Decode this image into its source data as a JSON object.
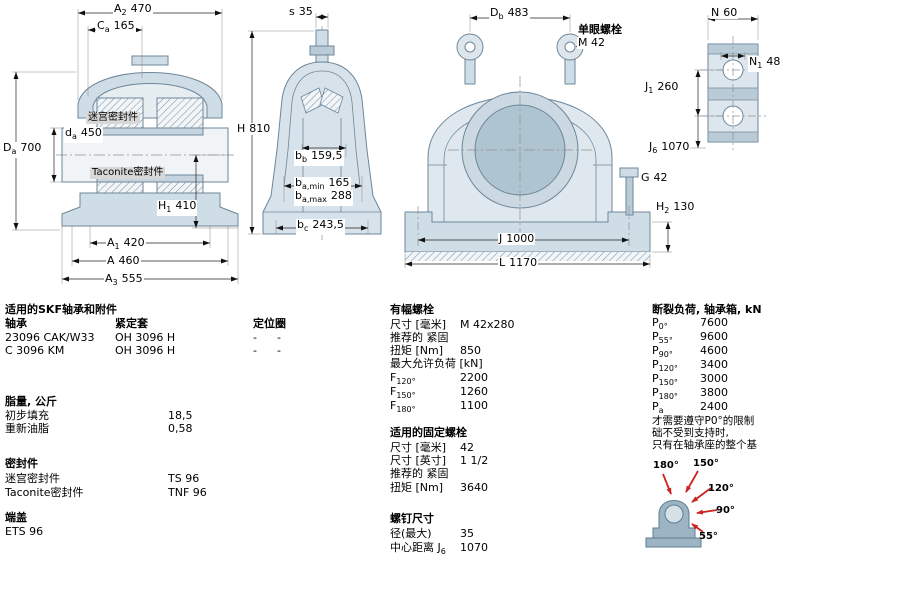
{
  "colors": {
    "drawing_line": "#6d8699",
    "drawing_fill_light": "#dde6ec",
    "drawing_fill_medium": "#b9cbd7",
    "dimension_line": "#222222",
    "arrow_red": "#cc2222"
  },
  "drawing": {
    "seal_labels": {
      "labyrinth": "迷宫密封件",
      "taconite": "Taconite密封件"
    },
    "eye_bolt": {
      "title": "单眼螺栓",
      "size": "M 42"
    },
    "dims": {
      "A2": {
        "base": "A",
        "sub": "2",
        "value": "470"
      },
      "Ca": {
        "base": "C",
        "sub": "a",
        "value": "165"
      },
      "s": {
        "base": "s",
        "value": "35"
      },
      "Db": {
        "base": "D",
        "sub": "b",
        "value": "483"
      },
      "N": {
        "base": "N",
        "value": "60"
      },
      "N1": {
        "base": "N",
        "sub": "1",
        "value": "48"
      },
      "J1": {
        "base": "J",
        "sub": "1",
        "value": "260"
      },
      "J6": {
        "base": "J",
        "sub": "6",
        "value": "1070"
      },
      "da": {
        "base": "d",
        "sub": "a",
        "value": "450"
      },
      "Da": {
        "base": "D",
        "sub": "a",
        "value": "700"
      },
      "H": {
        "base": "H",
        "value": "810"
      },
      "H1": {
        "base": "H",
        "sub": "1",
        "value": "410"
      },
      "H2": {
        "base": "H",
        "sub": "2",
        "value": "130"
      },
      "bb": {
        "base": "b",
        "sub": "b",
        "value": "159,5"
      },
      "ba_min": {
        "base": "b",
        "sub": "a,min",
        "value": "165"
      },
      "ba_max": {
        "base": "b",
        "sub": "a,max",
        "value": "288"
      },
      "bc": {
        "base": "b",
        "sub": "c",
        "value": "243,5"
      },
      "A1": {
        "base": "A",
        "sub": "1",
        "value": "420"
      },
      "A": {
        "base": "A",
        "value": "460"
      },
      "A3": {
        "base": "A",
        "sub": "3",
        "value": "555"
      },
      "G": {
        "base": "G",
        "value": "42"
      },
      "J": {
        "base": "J",
        "value": "1000"
      },
      "L": {
        "base": "L",
        "value": "1170"
      }
    }
  },
  "tables": {
    "bearings": {
      "title": "适用的SKF轴承和附件",
      "col_bearing": "轴承",
      "col_sleeve": "紧定套",
      "col_ring": "定位圈",
      "rows": [
        {
          "bearing": "23096 CAK/W33",
          "sleeve": "OH 3096 H",
          "ring": "-",
          "ring2": "-"
        },
        {
          "bearing": "C 3096 KM",
          "sleeve": "OH 3096 H",
          "ring": "-",
          "ring2": "-"
        }
      ]
    },
    "grease": {
      "title": "脂量, 公斤",
      "rows": [
        {
          "label": "初步填充",
          "value": "18,5"
        },
        {
          "label": "重新油脂",
          "value": "0,58"
        }
      ]
    },
    "seals": {
      "title": "密封件",
      "rows": [
        {
          "label": "迷宫密封件",
          "value": "TS 96"
        },
        {
          "label": "Taconite密封件",
          "value": "TNF 96"
        }
      ]
    },
    "end_cover": {
      "title": "端盖",
      "value": "ETS 96"
    },
    "attachment_bolts": {
      "title": "有幅螺栓",
      "rows": [
        {
          "label": "尺寸 [毫米]",
          "value": "M 42x280"
        },
        {
          "label": "推荐的 紧固",
          "value": ""
        },
        {
          "label": "扭矩 [Nm]",
          "value": "850"
        },
        {
          "label": "最大允许负荷 [kN]",
          "value": ""
        }
      ],
      "loads": [
        {
          "base": "F",
          "sub": "120°",
          "value": "2200"
        },
        {
          "base": "F",
          "sub": "150°",
          "value": "1260"
        },
        {
          "base": "F",
          "sub": "180°",
          "value": "1100"
        }
      ]
    },
    "fixing_bolts": {
      "title": "适用的固定螺栓",
      "rows": [
        {
          "label": "尺寸 [毫米]",
          "value": "42"
        },
        {
          "label": "尺寸 [英寸]",
          "value": "1 1/2"
        },
        {
          "label": "推荐的 紧固",
          "value": ""
        },
        {
          "label": "扭矩 [Nm]",
          "value": "3640"
        }
      ]
    },
    "screw_dims": {
      "title": "螺钉尺寸",
      "rows": [
        {
          "label": "径(最大)",
          "value": "35"
        }
      ],
      "center_distance": {
        "label": "中心距离 J",
        "sub": "6",
        "value": "1070"
      }
    },
    "breaking_load": {
      "title": "断裂负荷, 轴承箱, kN",
      "rows": [
        {
          "base": "P",
          "sub": "0°",
          "value": "7600"
        },
        {
          "base": "P",
          "sub": "55°",
          "value": "9600"
        },
        {
          "base": "P",
          "sub": "90°",
          "value": "4600"
        },
        {
          "base": "P",
          "sub": "120°",
          "value": "3400"
        },
        {
          "base": "P",
          "sub": "150°",
          "value": "3000"
        },
        {
          "base": "P",
          "sub": "180°",
          "value": "3800"
        },
        {
          "base": "P",
          "sub": "a",
          "value": "2400"
        }
      ],
      "note_lines": [
        "才需要遵守P0°的限制",
        "础不受到支持时,",
        "只有在轴承座的整个基"
      ],
      "angles": [
        "180°",
        "150°",
        "120°",
        "90°",
        "55°"
      ]
    }
  }
}
